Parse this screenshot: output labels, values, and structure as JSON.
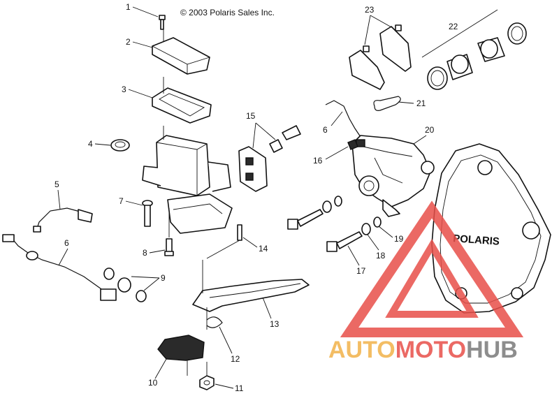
{
  "diagram": {
    "copyright": "© 2003 Polaris Sales Inc.",
    "callouts": [
      "1",
      "2",
      "3",
      "4",
      "5",
      "6",
      "7",
      "8",
      "9",
      "10",
      "11",
      "12",
      "13",
      "14",
      "15",
      "16",
      "17",
      "18",
      "19",
      "20",
      "21",
      "22",
      "23",
      "6"
    ],
    "cover_logo_text": "POLARIS"
  },
  "watermark": {
    "brand_part1": "AUTO",
    "brand_part2": "MOTO",
    "brand_part3": "HUB",
    "color_orange": "#f2b24a",
    "color_red": "#e8504a",
    "color_gray": "#7a7a7a"
  }
}
